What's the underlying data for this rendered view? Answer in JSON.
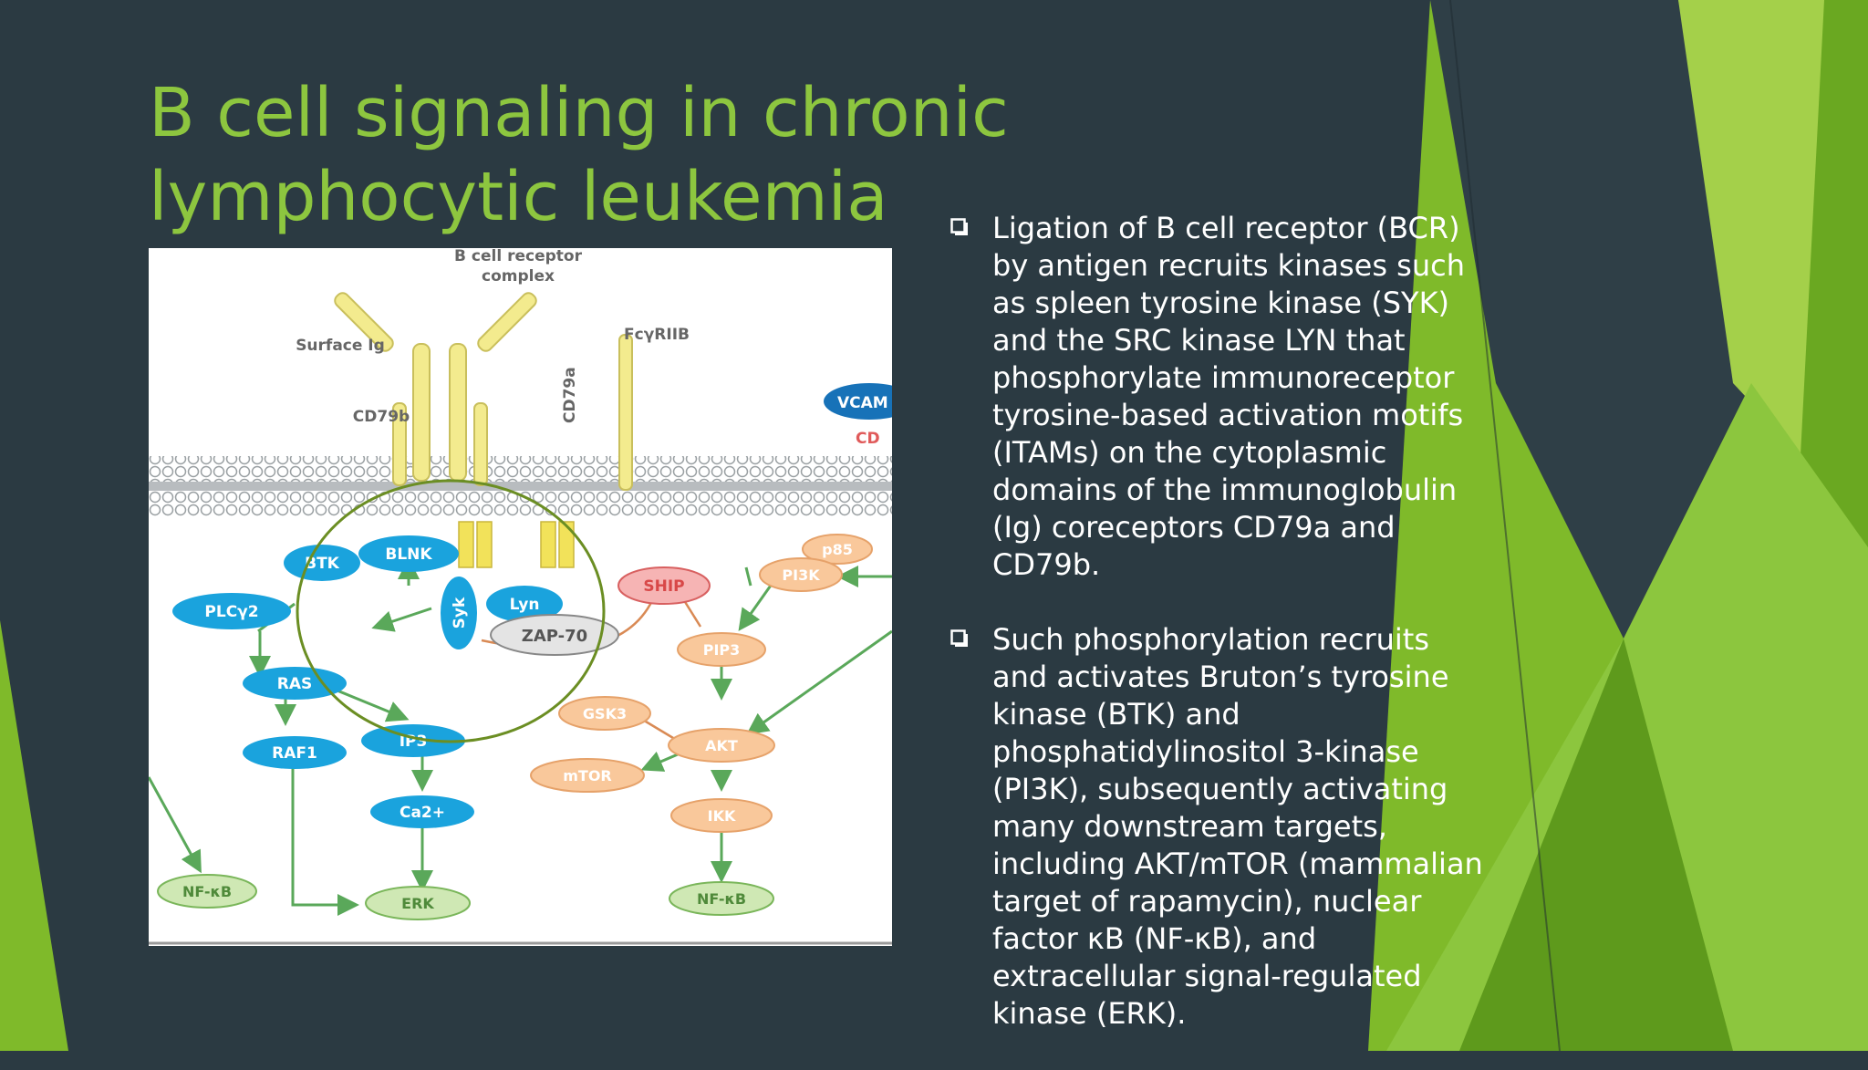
{
  "slide": {
    "title": "B cell signaling in chronic lymphocytic leukemia",
    "bullets": [
      "Ligation of B cell receptor (BCR) by antigen recruits kinases such as spleen tyrosine kinase (SYK) and the SRC kinase LYN that phosphorylate immunoreceptor tyrosine-based activation motifs (ITAMs) on the cytoplasmic domains of the immunoglobulin (Ig) coreceptors CD79a and CD79b.",
      "Such phosphorylation recruits and activates Bruton’s tyrosine kinase (BTK) and phosphatidylinositol 3-kinase (PI3K), subsequently activating many downstream targets, including AKT/mTOR (mammalian target of rapamycin), nuclear factor κB (NF-κB), and extracellular signal-regulated kinase (ERK)."
    ]
  },
  "diagram": {
    "labels": {
      "bcr_complex": "B cell receptor",
      "bcr_complex_2": "complex",
      "surface_ig": "Surface Ig",
      "fcgriib": "FcγRIIB",
      "cd79b": "CD79b",
      "cd79a": "CD79a",
      "vcam": "VCAM",
      "cd_cut": "CD"
    },
    "nodes": {
      "btk": "BTK",
      "blnk": "BLNK",
      "plcg2": "PLCγ2",
      "syk": "Syk",
      "lyn": "Lyn",
      "zap70": "ZAP-70",
      "ship": "SHIP",
      "p85": "p85",
      "pi3k": "PI3K",
      "pip3": "PIP3",
      "ras": "RAS",
      "raf1": "RAF1",
      "ip3": "IP3",
      "gsk3": "GSK3",
      "akt": "AKT",
      "mtor": "mTOR",
      "ca": "Ca2+",
      "ikk": "IKK",
      "nfkb_left": "NF-κB",
      "erk": "ERK",
      "nfkb_right": "NF-κB"
    }
  },
  "colors": {
    "background": "#2b3a42",
    "accent_green": "#8dc63f",
    "blue_node": "#1aa3dd",
    "orange_node": "#f9c89b",
    "green_node": "#cfe8b4"
  }
}
